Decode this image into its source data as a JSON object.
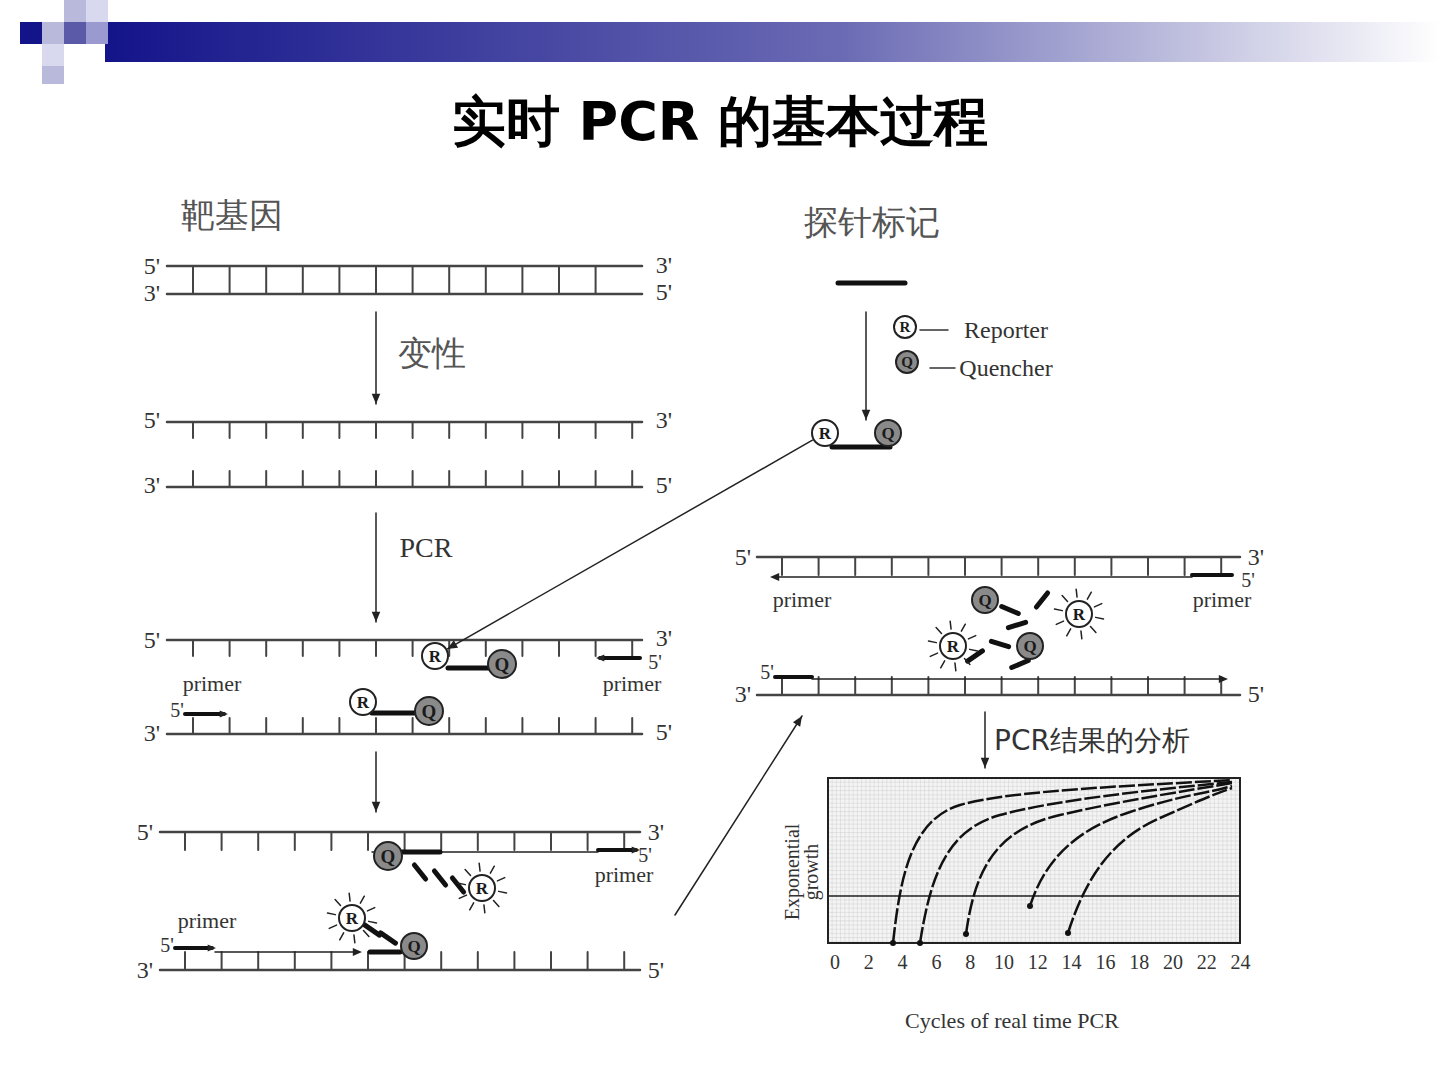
{
  "diagram": {
    "title": "实时 PCR 的基本过程",
    "nodes": [
      {
        "text": [
          "R"
        ]
      },
      {
        "text": [
          "Q"
        ]
      },
      {
        "text": [
          "R"
        ]
      },
      {
        "text": [
          "Q"
        ]
      },
      {
        "text": [
          "R"
        ]
      },
      {
        "text": [
          "Q"
        ]
      },
      {
        "text": [
          "R"
        ]
      },
      {
        "text": [
          "Q"
        ]
      },
      {
        "text": [
          "Q"
        ]
      },
      {
        "text": [
          "R"
        ]
      },
      {
        "text": [
          "R"
        ]
      },
      {
        "text": [
          "Q"
        ]
      },
      {
        "text": [
          "Q"
        ]
      },
      {
        "text": [
          "R"
        ]
      },
      {
        "text": [
          "R"
        ]
      },
      {
        "text": [
          "Q"
        ]
      }
    ],
    "edges": [
      {
        "from": 2,
        "to": 4,
        "arrow": "to"
      }
    ],
    "labels": [
      "靶基因",
      "5'",
      "3'",
      "3'",
      "5'",
      "变性",
      "5'",
      "3'",
      "3'",
      "5'",
      "PCR",
      "5'",
      "3'",
      "5'",
      "primer",
      "primer",
      "5'",
      "3'",
      "5'",
      "5'",
      "3'",
      "5'",
      "primer",
      "primer",
      "5'",
      "3'",
      "5'",
      "探针标记",
      "Reporter",
      "Quencher",
      "5'",
      "3'",
      "5'",
      "primer",
      "primer",
      "5'",
      "3'",
      "5'",
      "PCR结果的分析",
      "Exponential growth",
      "0",
      "2",
      "4",
      "6",
      "8",
      "10",
      "12",
      "14",
      "16",
      "18",
      "20",
      "22",
      "24",
      "Cycles of real time PCR"
    ]
  }
}
